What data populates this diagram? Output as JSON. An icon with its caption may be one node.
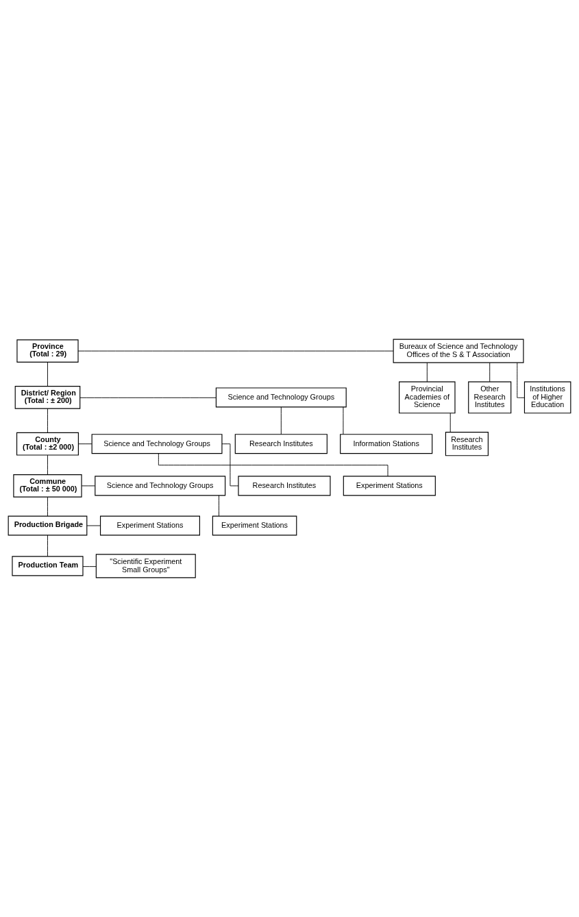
{
  "diagram": {
    "nodes": [
      {
        "text": [
          "Province",
          "(Total : 29)"
        ]
      },
      {
        "text": [
          "Bureaux of Science and Technology",
          "Offices of the S & T Association"
        ]
      },
      {
        "text": [
          "Provincial Academies of Science"
        ]
      },
      {
        "text": [
          "Other Research Institutes"
        ]
      },
      {
        "text": [
          "Institutions of Higher Education"
        ]
      },
      {
        "text": [
          "Research Institutes"
        ]
      },
      {
        "text": [
          "District/ Region",
          "(Total : ± 200)"
        ]
      },
      {
        "text": [
          "Science and Technology Groups"
        ]
      },
      {
        "text": [
          "Research Institutes"
        ]
      },
      {
        "text": [
          "Information Stations"
        ]
      },
      {
        "text": [
          "County",
          "(Total : ±2 000)"
        ]
      },
      {
        "text": [
          "Science and Technology Groups"
        ]
      },
      {
        "text": [
          "Research Institutes"
        ]
      },
      {
        "text": [
          "Experiment Stations"
        ]
      },
      {
        "text": [
          "Commune",
          "(Total : ± 50 000)"
        ]
      },
      {
        "text": [
          "Science and Technology Groups"
        ]
      },
      {
        "text": [
          "Experiment Stations"
        ]
      },
      {
        "text": [
          "Production Brigade"
        ]
      },
      {
        "text": [
          "Experiment Stations"
        ]
      },
      {
        "text": [
          "Production Team"
        ]
      },
      {
        "text": [
          "\"Scientific Experiment Small Groups\""
        ]
      }
    ],
    "edges": [
      {
        "from": 0,
        "to": 1,
        "arrow": "none"
      },
      {
        "from": 1,
        "to": 2,
        "arrow": "none"
      },
      {
        "from": 1,
        "to": 3,
        "arrow": "none"
      },
      {
        "from": 1,
        "to": 4,
        "arrow": "none"
      },
      {
        "from": 2,
        "to": 5,
        "arrow": "none"
      },
      {
        "from": 0,
        "to": 6,
        "arrow": "none"
      },
      {
        "from": 6,
        "to": 7,
        "arrow": "none"
      },
      {
        "from": 7,
        "to": 8,
        "arrow": "none"
      },
      {
        "from": 7,
        "to": 9,
        "arrow": "none"
      },
      {
        "from": 6,
        "to": 10,
        "arrow": "none"
      },
      {
        "from": 10,
        "to": 11,
        "arrow": "none"
      },
      {
        "from": 11,
        "to": 12,
        "arrow": "none"
      },
      {
        "from": 11,
        "to": 13,
        "arrow": "none"
      },
      {
        "from": 10,
        "to": 14,
        "arrow": "none"
      },
      {
        "from": 14,
        "to": 15,
        "arrow": "none"
      },
      {
        "from": 15,
        "to": 16,
        "arrow": "none"
      },
      {
        "from": 14,
        "to": 17,
        "arrow": "none"
      },
      {
        "from": 17,
        "to": 18,
        "arrow": "none"
      },
      {
        "from": 17,
        "to": 19,
        "arrow": "none"
      },
      {
        "from": 19,
        "to": 20,
        "arrow": "none"
      }
    ]
  }
}
